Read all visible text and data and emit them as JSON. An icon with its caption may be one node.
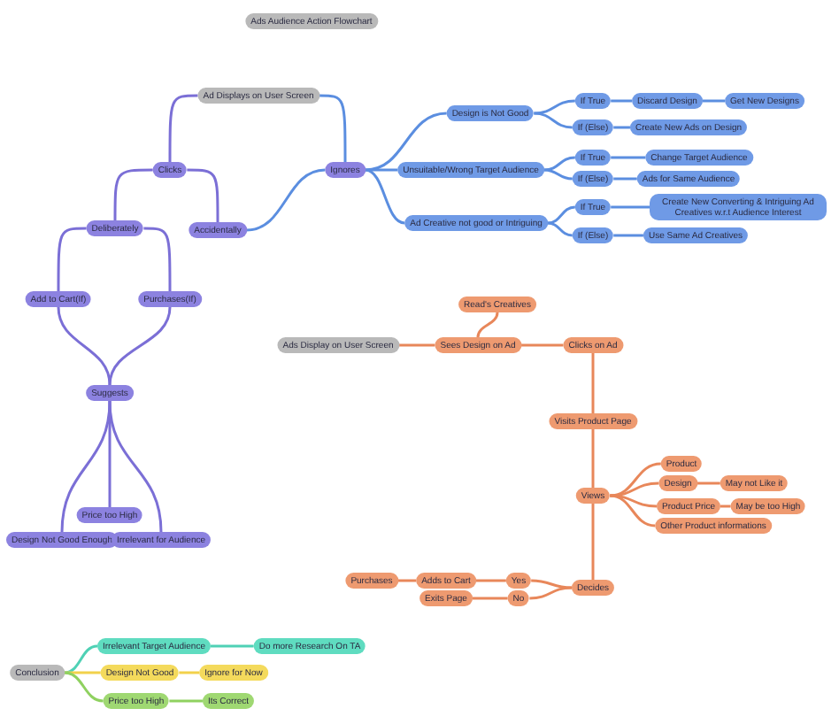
{
  "diagram": {
    "title": "Ads Audience Action Flowchart",
    "nodes": [
      {
        "text": [
          "Ad Displays on User Screen"
        ]
      },
      {
        "text": [
          "Clicks"
        ]
      },
      {
        "text": [
          "Ignores"
        ]
      },
      {
        "text": [
          "Deliberately"
        ]
      },
      {
        "text": [
          "Accidentally"
        ]
      },
      {
        "text": [
          "Add to Cart(If)"
        ]
      },
      {
        "text": [
          "Purchases(If)"
        ]
      },
      {
        "text": [
          "Suggests"
        ]
      },
      {
        "text": [
          "Price too High"
        ]
      },
      {
        "text": [
          "Design Not Good Enough"
        ]
      },
      {
        "text": [
          "Irrelevant for Audience"
        ]
      },
      {
        "text": [
          "Design is Not Good"
        ]
      },
      {
        "text": [
          "Unsuitable/Wrong Target Audience"
        ]
      },
      {
        "text": [
          "Ad Creative not good or Intriguing"
        ]
      },
      {
        "text": [
          "If True"
        ]
      },
      {
        "text": [
          "If (Else)"
        ]
      },
      {
        "text": [
          "If True"
        ]
      },
      {
        "text": [
          "If (Else)"
        ]
      },
      {
        "text": [
          "If True"
        ]
      },
      {
        "text": [
          "If (Else)"
        ]
      },
      {
        "text": [
          "Discard Design"
        ]
      },
      {
        "text": [
          "Get New Designs"
        ]
      },
      {
        "text": [
          "Create New Ads on Design"
        ]
      },
      {
        "text": [
          "Change Target Audience"
        ]
      },
      {
        "text": [
          "Ads for Same Audience"
        ]
      },
      {
        "text": [
          "Create New Converting & Intriguing Ad Creatives w.r.t Audience Interest"
        ]
      },
      {
        "text": [
          "Use Same Ad Creatives"
        ]
      },
      {
        "text": [
          "Read's Creatives"
        ]
      },
      {
        "text": [
          "Ads Display on User Screen"
        ]
      },
      {
        "text": [
          "Sees Design on Ad"
        ]
      },
      {
        "text": [
          "Clicks on Ad"
        ]
      },
      {
        "text": [
          "Visits Product Page"
        ]
      },
      {
        "text": [
          "Views"
        ]
      },
      {
        "text": [
          "Product"
        ]
      },
      {
        "text": [
          "Design"
        ]
      },
      {
        "text": [
          "May not Like it"
        ]
      },
      {
        "text": [
          "Product Price"
        ]
      },
      {
        "text": [
          "May be too High"
        ]
      },
      {
        "text": [
          "Other Product informations"
        ]
      },
      {
        "text": [
          "Decides"
        ]
      },
      {
        "text": [
          "Yes"
        ]
      },
      {
        "text": [
          "No"
        ]
      },
      {
        "text": [
          "Adds to Cart"
        ]
      },
      {
        "text": [
          "Exits Page"
        ]
      },
      {
        "text": [
          "Purchases"
        ]
      },
      {
        "text": [
          "Conclusion"
        ]
      },
      {
        "text": [
          "Irrelevant Target Audience"
        ]
      },
      {
        "text": [
          "Do more Research On TA"
        ]
      },
      {
        "text": [
          "Design Not Good"
        ]
      },
      {
        "text": [
          "Ignore for Now"
        ]
      },
      {
        "text": [
          "Price too High"
        ]
      },
      {
        "text": [
          "Its Correct"
        ]
      }
    ],
    "edges": [
      {
        "from": 0,
        "to": 1,
        "arrow": "none",
        "color": "#7b6fd6"
      },
      {
        "from": 0,
        "to": 2,
        "arrow": "none",
        "color": "#5b8ee0"
      },
      {
        "from": 1,
        "to": 3,
        "arrow": "none",
        "color": "#7b6fd6"
      },
      {
        "from": 1,
        "to": 4,
        "arrow": "none",
        "color": "#7b6fd6"
      },
      {
        "from": 4,
        "to": 2,
        "arrow": "none",
        "color": "#5b8ee0"
      },
      {
        "from": 3,
        "to": 5,
        "arrow": "none",
        "color": "#7b6fd6"
      },
      {
        "from": 3,
        "to": 6,
        "arrow": "none",
        "color": "#7b6fd6"
      },
      {
        "from": 5,
        "to": 7,
        "arrow": "none",
        "color": "#7b6fd6"
      },
      {
        "from": 6,
        "to": 7,
        "arrow": "none",
        "color": "#7b6fd6"
      },
      {
        "from": 7,
        "to": 8,
        "arrow": "none",
        "color": "#7b6fd6"
      },
      {
        "from": 7,
        "to": 9,
        "arrow": "none",
        "color": "#7b6fd6"
      },
      {
        "from": 7,
        "to": 10,
        "arrow": "none",
        "color": "#7b6fd6"
      },
      {
        "from": 2,
        "to": 11,
        "arrow": "none",
        "color": "#5b8ee0"
      },
      {
        "from": 2,
        "to": 12,
        "arrow": "none",
        "color": "#5b8ee0"
      },
      {
        "from": 2,
        "to": 13,
        "arrow": "none",
        "color": "#5b8ee0"
      },
      {
        "from": 11,
        "to": 14,
        "arrow": "none",
        "color": "#5b8ee0"
      },
      {
        "from": 11,
        "to": 15,
        "arrow": "none",
        "color": "#5b8ee0"
      },
      {
        "from": 12,
        "to": 16,
        "arrow": "none",
        "color": "#5b8ee0"
      },
      {
        "from": 12,
        "to": 17,
        "arrow": "none",
        "color": "#5b8ee0"
      },
      {
        "from": 13,
        "to": 18,
        "arrow": "none",
        "color": "#5b8ee0"
      },
      {
        "from": 13,
        "to": 19,
        "arrow": "none",
        "color": "#5b8ee0"
      },
      {
        "from": 14,
        "to": 20,
        "arrow": "none",
        "color": "#5b8ee0"
      },
      {
        "from": 20,
        "to": 21,
        "arrow": "none",
        "color": "#5b8ee0"
      },
      {
        "from": 15,
        "to": 22,
        "arrow": "none",
        "color": "#5b8ee0"
      },
      {
        "from": 16,
        "to": 23,
        "arrow": "none",
        "color": "#5b8ee0"
      },
      {
        "from": 17,
        "to": 24,
        "arrow": "none",
        "color": "#5b8ee0"
      },
      {
        "from": 18,
        "to": 25,
        "arrow": "none",
        "color": "#5b8ee0"
      },
      {
        "from": 19,
        "to": 26,
        "arrow": "none",
        "color": "#5b8ee0"
      },
      {
        "from": 28,
        "to": 29,
        "arrow": "none",
        "color": "#e8875a"
      },
      {
        "from": 29,
        "to": 27,
        "arrow": "none",
        "color": "#e8875a"
      },
      {
        "from": 29,
        "to": 30,
        "arrow": "none",
        "color": "#e8875a"
      },
      {
        "from": 30,
        "to": 31,
        "arrow": "none",
        "color": "#e8875a"
      },
      {
        "from": 31,
        "to": 32,
        "arrow": "none",
        "color": "#e8875a"
      },
      {
        "from": 32,
        "to": 33,
        "arrow": "none",
        "color": "#e8875a"
      },
      {
        "from": 32,
        "to": 34,
        "arrow": "none",
        "color": "#e8875a"
      },
      {
        "from": 34,
        "to": 35,
        "arrow": "none",
        "color": "#e8875a"
      },
      {
        "from": 32,
        "to": 36,
        "arrow": "none",
        "color": "#e8875a"
      },
      {
        "from": 36,
        "to": 37,
        "arrow": "none",
        "color": "#e8875a"
      },
      {
        "from": 32,
        "to": 38,
        "arrow": "none",
        "color": "#e8875a"
      },
      {
        "from": 32,
        "to": 39,
        "arrow": "none",
        "color": "#e8875a"
      },
      {
        "from": 39,
        "to": 40,
        "arrow": "none",
        "color": "#e8875a"
      },
      {
        "from": 39,
        "to": 41,
        "arrow": "none",
        "color": "#e8875a"
      },
      {
        "from": 40,
        "to": 42,
        "arrow": "none",
        "color": "#e8875a"
      },
      {
        "from": 42,
        "to": 44,
        "arrow": "none",
        "color": "#e8875a"
      },
      {
        "from": 41,
        "to": 43,
        "arrow": "none",
        "color": "#e8875a"
      },
      {
        "from": 45,
        "to": 46,
        "arrow": "none",
        "color": "#4fd1b5"
      },
      {
        "from": 45,
        "to": 48,
        "arrow": "none",
        "color": "#f2d14b"
      },
      {
        "from": 45,
        "to": 50,
        "arrow": "none",
        "color": "#8fd160"
      },
      {
        "from": 46,
        "to": 47,
        "arrow": "none",
        "color": "#4fd1b5"
      },
      {
        "from": 48,
        "to": 49,
        "arrow": "none",
        "color": "#f2d14b"
      },
      {
        "from": 50,
        "to": 51,
        "arrow": "none",
        "color": "#8fd160"
      }
    ]
  }
}
